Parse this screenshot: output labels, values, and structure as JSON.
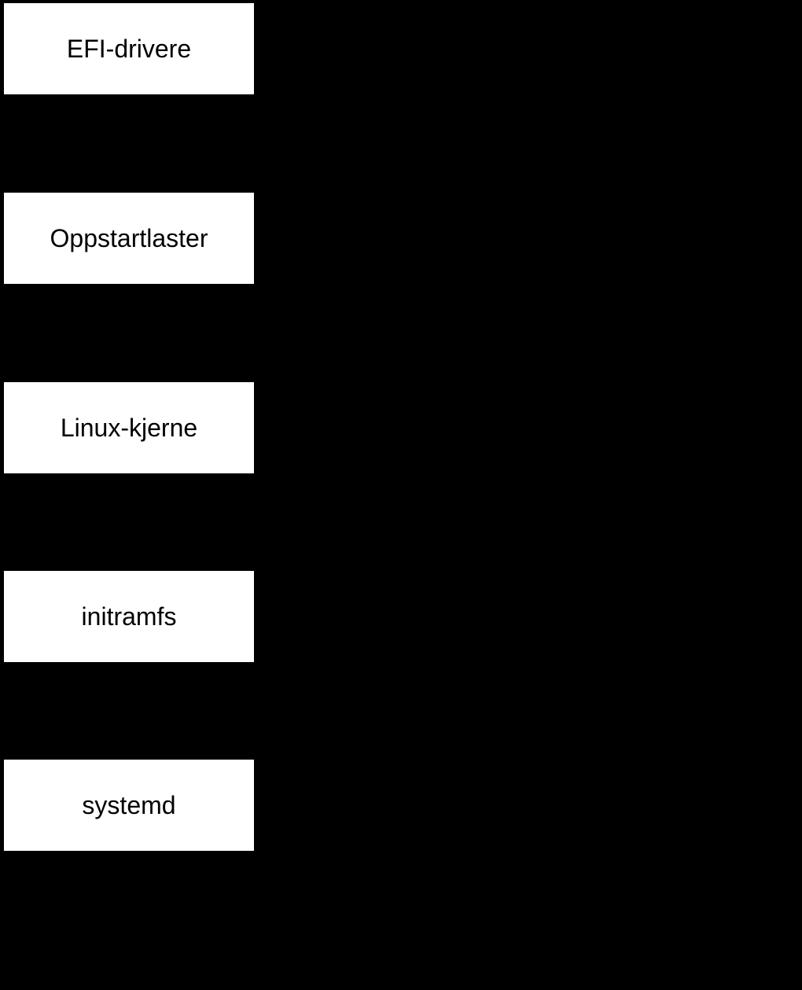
{
  "diagram": {
    "type": "flowchart",
    "orientation": "vertical",
    "colors": {
      "background": "#000000",
      "node_fill": "#ffffff",
      "node_text": "#000000"
    },
    "nodes": [
      {
        "label": "EFI-drivere"
      },
      {
        "label": "Oppstartlaster"
      },
      {
        "label": "Linux-kjerne"
      },
      {
        "label": "initramfs"
      },
      {
        "label": "systemd"
      }
    ]
  }
}
